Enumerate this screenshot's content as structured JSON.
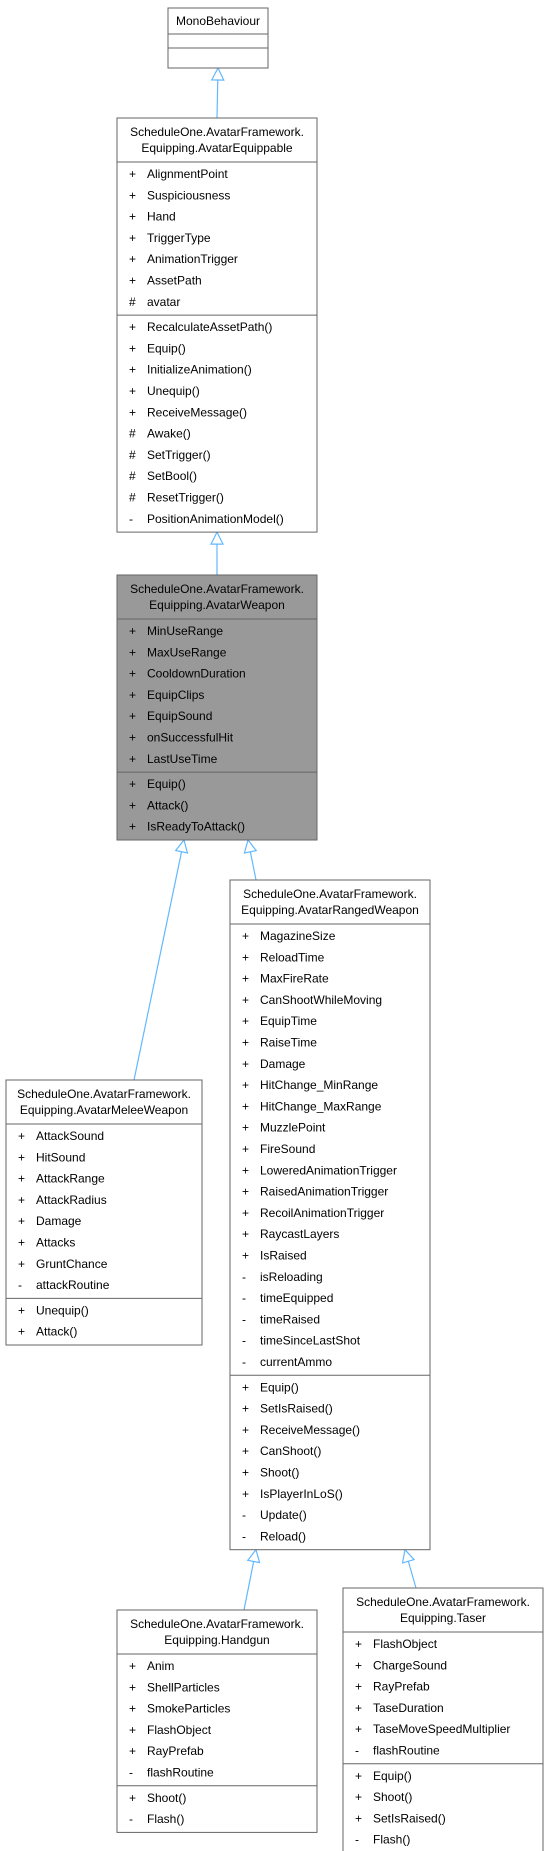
{
  "classes": {
    "mono": {
      "title": [
        "MonoBehaviour"
      ],
      "attributes": [],
      "methods": []
    },
    "equippable": {
      "title": [
        "ScheduleOne.AvatarFramework.",
        "Equipping.AvatarEquippable"
      ],
      "attributes": [
        {
          "v": "+",
          "n": "AlignmentPoint"
        },
        {
          "v": "+",
          "n": "Suspiciousness"
        },
        {
          "v": "+",
          "n": "Hand"
        },
        {
          "v": "+",
          "n": "TriggerType"
        },
        {
          "v": "+",
          "n": "AnimationTrigger"
        },
        {
          "v": "+",
          "n": "AssetPath"
        },
        {
          "v": "#",
          "n": "avatar"
        }
      ],
      "methods": [
        {
          "v": "+",
          "n": "RecalculateAssetPath()"
        },
        {
          "v": "+",
          "n": "Equip()"
        },
        {
          "v": "+",
          "n": "InitializeAnimation()"
        },
        {
          "v": "+",
          "n": "Unequip()"
        },
        {
          "v": "+",
          "n": "ReceiveMessage()"
        },
        {
          "v": "#",
          "n": "Awake()"
        },
        {
          "v": "#",
          "n": "SetTrigger()"
        },
        {
          "v": "#",
          "n": "SetBool()"
        },
        {
          "v": "#",
          "n": "ResetTrigger()"
        },
        {
          "v": "-",
          "n": "PositionAnimationModel()"
        }
      ]
    },
    "weapon": {
      "title": [
        "ScheduleOne.AvatarFramework.",
        "Equipping.AvatarWeapon"
      ],
      "attributes": [
        {
          "v": "+",
          "n": "MinUseRange"
        },
        {
          "v": "+",
          "n": "MaxUseRange"
        },
        {
          "v": "+",
          "n": "CooldownDuration"
        },
        {
          "v": "+",
          "n": "EquipClips"
        },
        {
          "v": "+",
          "n": "EquipSound"
        },
        {
          "v": "+",
          "n": "onSuccessfulHit"
        },
        {
          "v": "+",
          "n": "LastUseTime"
        }
      ],
      "methods": [
        {
          "v": "+",
          "n": "Equip()"
        },
        {
          "v": "+",
          "n": "Attack()"
        },
        {
          "v": "+",
          "n": "IsReadyToAttack()"
        }
      ]
    },
    "ranged": {
      "title": [
        "ScheduleOne.AvatarFramework.",
        "Equipping.AvatarRangedWeapon"
      ],
      "attributes": [
        {
          "v": "+",
          "n": "MagazineSize"
        },
        {
          "v": "+",
          "n": "ReloadTime"
        },
        {
          "v": "+",
          "n": "MaxFireRate"
        },
        {
          "v": "+",
          "n": "CanShootWhileMoving"
        },
        {
          "v": "+",
          "n": "EquipTime"
        },
        {
          "v": "+",
          "n": "RaiseTime"
        },
        {
          "v": "+",
          "n": "Damage"
        },
        {
          "v": "+",
          "n": "HitChange_MinRange"
        },
        {
          "v": "+",
          "n": "HitChange_MaxRange"
        },
        {
          "v": "+",
          "n": "MuzzlePoint"
        },
        {
          "v": "+",
          "n": "FireSound"
        },
        {
          "v": "+",
          "n": "LoweredAnimationTrigger"
        },
        {
          "v": "+",
          "n": "RaisedAnimationTrigger"
        },
        {
          "v": "+",
          "n": "RecoilAnimationTrigger"
        },
        {
          "v": "+",
          "n": "RaycastLayers"
        },
        {
          "v": "+",
          "n": "IsRaised"
        },
        {
          "v": "-",
          "n": "isReloading"
        },
        {
          "v": "-",
          "n": "timeEquipped"
        },
        {
          "v": "-",
          "n": "timeRaised"
        },
        {
          "v": "-",
          "n": "timeSinceLastShot"
        },
        {
          "v": "-",
          "n": "currentAmmo"
        }
      ],
      "methods": [
        {
          "v": "+",
          "n": "Equip()"
        },
        {
          "v": "+",
          "n": "SetIsRaised()"
        },
        {
          "v": "+",
          "n": "ReceiveMessage()"
        },
        {
          "v": "+",
          "n": "CanShoot()"
        },
        {
          "v": "+",
          "n": "Shoot()"
        },
        {
          "v": "+",
          "n": "IsPlayerInLoS()"
        },
        {
          "v": "-",
          "n": "Update()"
        },
        {
          "v": "-",
          "n": "Reload()"
        }
      ]
    },
    "melee": {
      "title": [
        "ScheduleOne.AvatarFramework.",
        "Equipping.AvatarMeleeWeapon"
      ],
      "attributes": [
        {
          "v": "+",
          "n": "AttackSound"
        },
        {
          "v": "+",
          "n": "HitSound"
        },
        {
          "v": "+",
          "n": "AttackRange"
        },
        {
          "v": "+",
          "n": "AttackRadius"
        },
        {
          "v": "+",
          "n": "Damage"
        },
        {
          "v": "+",
          "n": "Attacks"
        },
        {
          "v": "+",
          "n": "GruntChance"
        },
        {
          "v": "-",
          "n": "attackRoutine"
        }
      ],
      "methods": [
        {
          "v": "+",
          "n": "Unequip()"
        },
        {
          "v": "+",
          "n": "Attack()"
        }
      ]
    },
    "handgun": {
      "title": [
        "ScheduleOne.AvatarFramework.",
        "Equipping.Handgun"
      ],
      "attributes": [
        {
          "v": "+",
          "n": "Anim"
        },
        {
          "v": "+",
          "n": "ShellParticles"
        },
        {
          "v": "+",
          "n": "SmokeParticles"
        },
        {
          "v": "+",
          "n": "FlashObject"
        },
        {
          "v": "+",
          "n": "RayPrefab"
        },
        {
          "v": "-",
          "n": "flashRoutine"
        }
      ],
      "methods": [
        {
          "v": "+",
          "n": "Shoot()"
        },
        {
          "v": "-",
          "n": "Flash()"
        }
      ]
    },
    "taser": {
      "title": [
        "ScheduleOne.AvatarFramework.",
        "Equipping.Taser"
      ],
      "attributes": [
        {
          "v": "+",
          "n": "FlashObject"
        },
        {
          "v": "+",
          "n": "ChargeSound"
        },
        {
          "v": "+",
          "n": "RayPrefab"
        },
        {
          "v": "+",
          "n": "TaseDuration"
        },
        {
          "v": "+",
          "n": "TaseMoveSpeedMultiplier"
        },
        {
          "v": "-",
          "n": "flashRoutine"
        }
      ],
      "methods": [
        {
          "v": "+",
          "n": "Equip()"
        },
        {
          "v": "+",
          "n": "Shoot()"
        },
        {
          "v": "+",
          "n": "SetIsRaised()"
        },
        {
          "v": "-",
          "n": "Flash()"
        }
      ]
    }
  },
  "inheritance": [
    {
      "child": "equippable",
      "parent": "mono"
    },
    {
      "child": "weapon",
      "parent": "equippable"
    },
    {
      "child": "melee",
      "parent": "weapon"
    },
    {
      "child": "ranged",
      "parent": "weapon"
    },
    {
      "child": "handgun",
      "parent": "ranged"
    },
    {
      "child": "taser",
      "parent": "ranged"
    }
  ],
  "colors": {
    "highlight_fill": "#999999",
    "box_fill": "#ffffff",
    "border": "#666666",
    "edge": "#63b8ff"
  }
}
